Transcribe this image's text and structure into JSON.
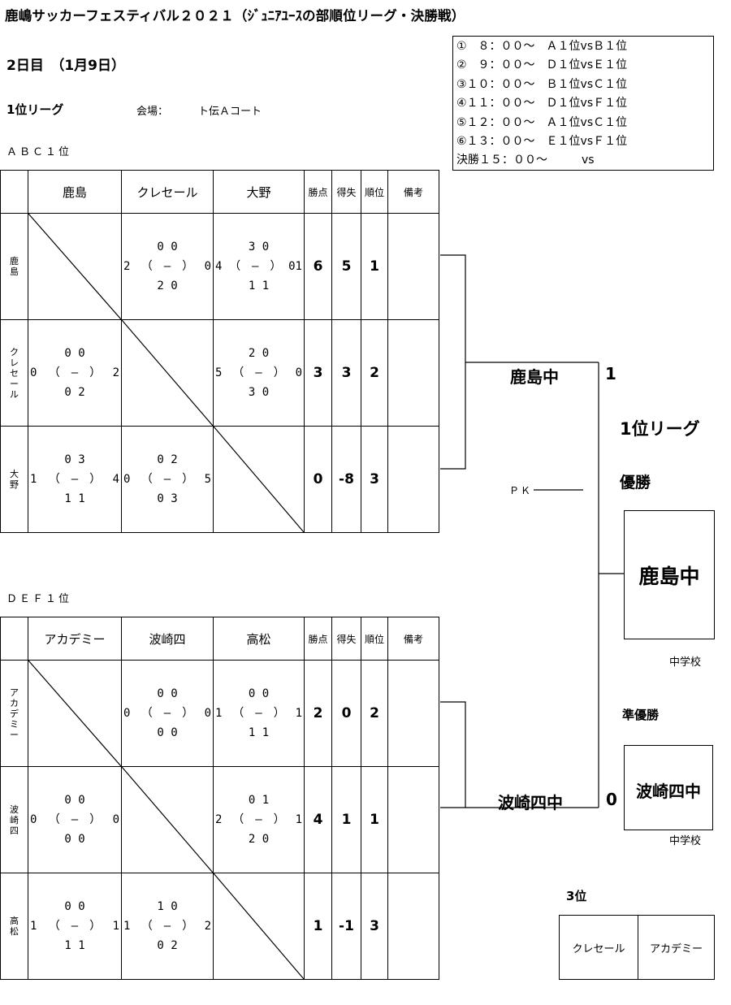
{
  "header": {
    "title": "鹿嶋サッカーフェスティバル２０２１（ｼﾞｭﾆｱﾕｰｽの部順位リーグ・決勝戦）",
    "day": "2日目　（1月9日）",
    "league": "1位リーグ",
    "venue_label": "会場：",
    "venue": "ト伝Ａコート"
  },
  "schedule": [
    "①　８：００～　Ａ１位vsＢ１位",
    "②　９：００～　Ｄ１位vsＥ１位",
    "③１０：００～　Ｂ１位vsＣ１位",
    "④１１：００～　Ｄ１位vsＦ１位",
    "⑤１２：００～　Ａ１位vsＣ１位",
    "⑥１３：００～　Ｅ１位vsＦ１位",
    "決勝１５：００～　　　vs"
  ],
  "groups": [
    {
      "label": "ＡＢＣ１位",
      "headers": [
        "鹿島",
        "クレセール",
        "大野",
        "勝点",
        "得失",
        "順位",
        "備考"
      ],
      "rows": [
        {
          "name": "鹿島",
          "cells": [
            null,
            {
              "top": "0 0",
              "left": "2",
              "right": "0",
              "bottom": "2 0"
            },
            {
              "top": "3 0",
              "left": "4",
              "right": "01",
              "bottom": "1 1"
            }
          ],
          "pts": "6",
          "gd": "5",
          "rank": "1"
        },
        {
          "name": "クレセール",
          "cells": [
            {
              "top": "0 0",
              "left": "0",
              "right": "2",
              "bottom": "0 2"
            },
            null,
            {
              "top": "2 0",
              "left": "5",
              "right": "0",
              "bottom": "3 0"
            }
          ],
          "pts": "3",
          "gd": "3",
          "rank": "2"
        },
        {
          "name": "大野",
          "cells": [
            {
              "top": "0 3",
              "left": "1",
              "right": "4",
              "bottom": "1 1"
            },
            {
              "top": "0 2",
              "left": "0",
              "right": "5",
              "bottom": "0 3"
            },
            null
          ],
          "pts": "0",
          "gd": "-8",
          "rank": "3"
        }
      ]
    },
    {
      "label": "ＤＥＦ１位",
      "headers": [
        "アカデミー",
        "波崎四",
        "高松",
        "勝点",
        "得失",
        "順位",
        "備考"
      ],
      "rows": [
        {
          "name": "アカデミー",
          "cells": [
            null,
            {
              "top": "0 0",
              "left": "0",
              "right": "0",
              "bottom": "0 0"
            },
            {
              "top": "0 0",
              "left": "1",
              "right": "1",
              "bottom": "1 1"
            }
          ],
          "pts": "2",
          "gd": "0",
          "rank": "2"
        },
        {
          "name": "波崎四",
          "cells": [
            {
              "top": "0 0",
              "left": "0",
              "right": "0",
              "bottom": "0 0"
            },
            null,
            {
              "top": "0 1",
              "left": "2",
              "right": "1",
              "bottom": "2 0"
            }
          ],
          "pts": "4",
          "gd": "1",
          "rank": "1"
        },
        {
          "name": "高松",
          "cells": [
            {
              "top": "0 0",
              "left": "1",
              "right": "1",
              "bottom": "1 1"
            },
            {
              "top": "1 0",
              "left": "1",
              "right": "2",
              "bottom": "0 2"
            },
            null
          ],
          "pts": "1",
          "gd": "-1",
          "rank": "3"
        }
      ]
    }
  ],
  "score_dash": "（　—　）",
  "final": {
    "team1": "鹿島中",
    "score1": "1",
    "team2": "波崎四中",
    "score2": "0",
    "pk": "ＰＫ",
    "league_title": "1位リーグ",
    "champion_label": "優勝",
    "champion": "鹿島中",
    "champion_sub": "中学校",
    "runnerup_label": "準優勝",
    "runnerup": "波崎四中",
    "runnerup_sub": "中学校",
    "third_label": "3位",
    "third": [
      "クレセール",
      "アカデミー"
    ]
  }
}
